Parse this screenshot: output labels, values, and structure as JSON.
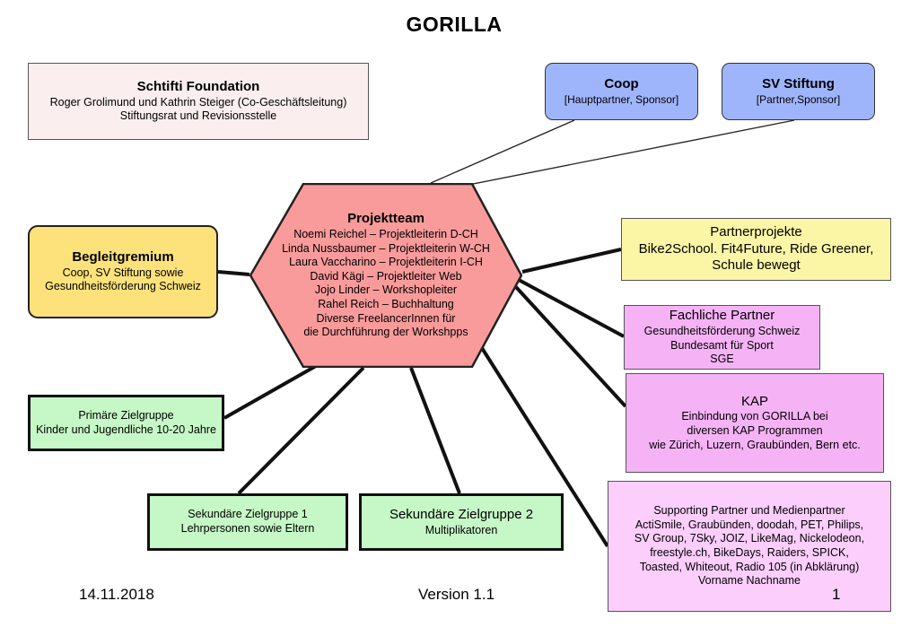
{
  "title": "GORILLA",
  "schtifti": {
    "name": "Schtifti Foundation",
    "lines": [
      "Roger Grolimund und Kathrin Steiger (Co-Geschäftsleitung)",
      "Stiftungsrat und Revisionsstelle"
    ]
  },
  "coop": {
    "name": "Coop",
    "role": "[Hauptpartner, Sponsor]"
  },
  "sv_stiftung": {
    "name": "SV Stiftung",
    "role": "[Partner,Sponsor]"
  },
  "projektteam": {
    "heading": "Projektteam",
    "members": [
      "Noemi Reichel – Projektleiterin D-CH",
      "Linda Nussbaumer – Projektleiterin W-CH",
      "Laura Vaccharino – Projektleiterin I-CH",
      "David Kägi – Projektleiter Web",
      "Jojo Linder – Workshopleiter",
      "Rahel Reich – Buchhaltung",
      "Diverse FreelancerInnen für",
      "die Durchführung der Workshpps"
    ]
  },
  "begleitgremium": {
    "name": "Begleitgremium",
    "lines": [
      "Coop, SV Stiftung sowie",
      "Gesundheitsförderung Schweiz"
    ]
  },
  "primaere_zielgruppe": {
    "name": "Primäre Zielgruppe",
    "line": "Kinder und Jugendliche 10-20 Jahre"
  },
  "sekundaere_zielgruppe_1": {
    "name": "Sekundäre Zielgruppe 1",
    "line": "Lehrpersonen sowie Eltern"
  },
  "sekundaere_zielgruppe_2": {
    "name": "Sekundäre Zielgruppe 2",
    "line": "Multiplikatoren"
  },
  "partnerprojekte": {
    "name": "Partnerprojekte",
    "lines": [
      "Bike2School. Fit4Future, Ride Greener,",
      "Schule bewegt"
    ]
  },
  "fachliche_partner": {
    "name": "Fachliche Partner",
    "lines": [
      "Gesundheitsförderung Schweiz",
      "Bundesamt für Sport",
      "SGE"
    ]
  },
  "kap": {
    "name": "KAP",
    "lines": [
      "Einbindung von GORILLA bei",
      "diversen KAP Programmen",
      "wie Zürich, Luzern, Graubünden, Bern etc."
    ]
  },
  "supporting": {
    "lines": [
      "Supporting Partner und Medienpartner",
      "ActiSmile, Graubünden, doodah, PET, Philips,",
      "SV Group, 7Sky, JOIZ, LikeMag, Nickelodeon,",
      "freestyle.ch, BikeDays, Raiders, SPICK,",
      "Toasted, Whiteout, Radio 105 (in Abklärung)",
      "Vorname Nachname"
    ]
  },
  "footer": {
    "date": "14.11.2018",
    "version": "Version 1.1",
    "page": "1"
  },
  "colors": {
    "hexagon_fill": "#f99b9b",
    "hexagon_stroke": "#222222",
    "coop_fill": "#9fb5fb",
    "begleit_fill": "#fde27b",
    "zielgruppe_fill": "#c6f7c6",
    "partnerprojekte_fill": "#fbf5a6",
    "partner_fill": "#f5b3f5",
    "supporting_fill": "#fccefc",
    "schtifti_fill": "#fbeeee"
  }
}
